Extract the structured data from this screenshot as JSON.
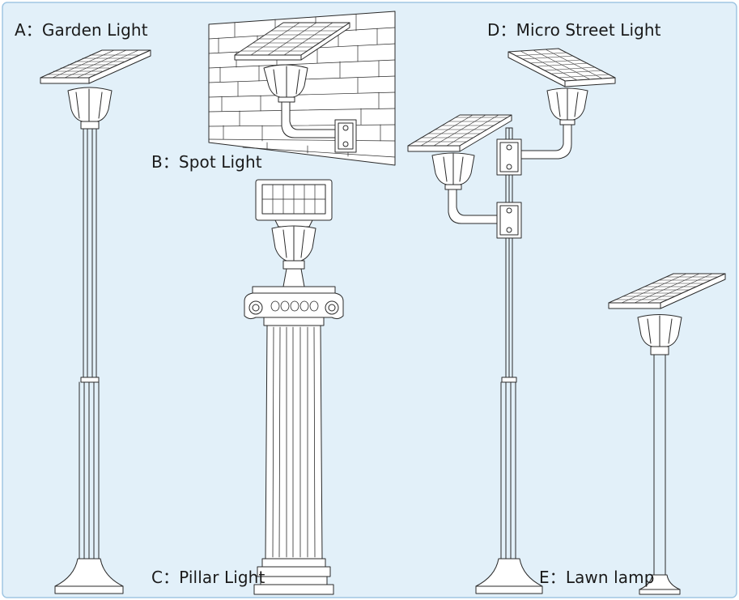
{
  "labels": {
    "a": "A：Garden Light",
    "b": "B：Spot Light",
    "c": "C：Pillar Light",
    "d": "D：Micro Street Light",
    "e": "E：Lawn lamp"
  },
  "colors": {
    "background": "#e2f0f9",
    "border": "#9fc6e3",
    "line": "#2a2a2a",
    "text": "#1a1a1a"
  }
}
